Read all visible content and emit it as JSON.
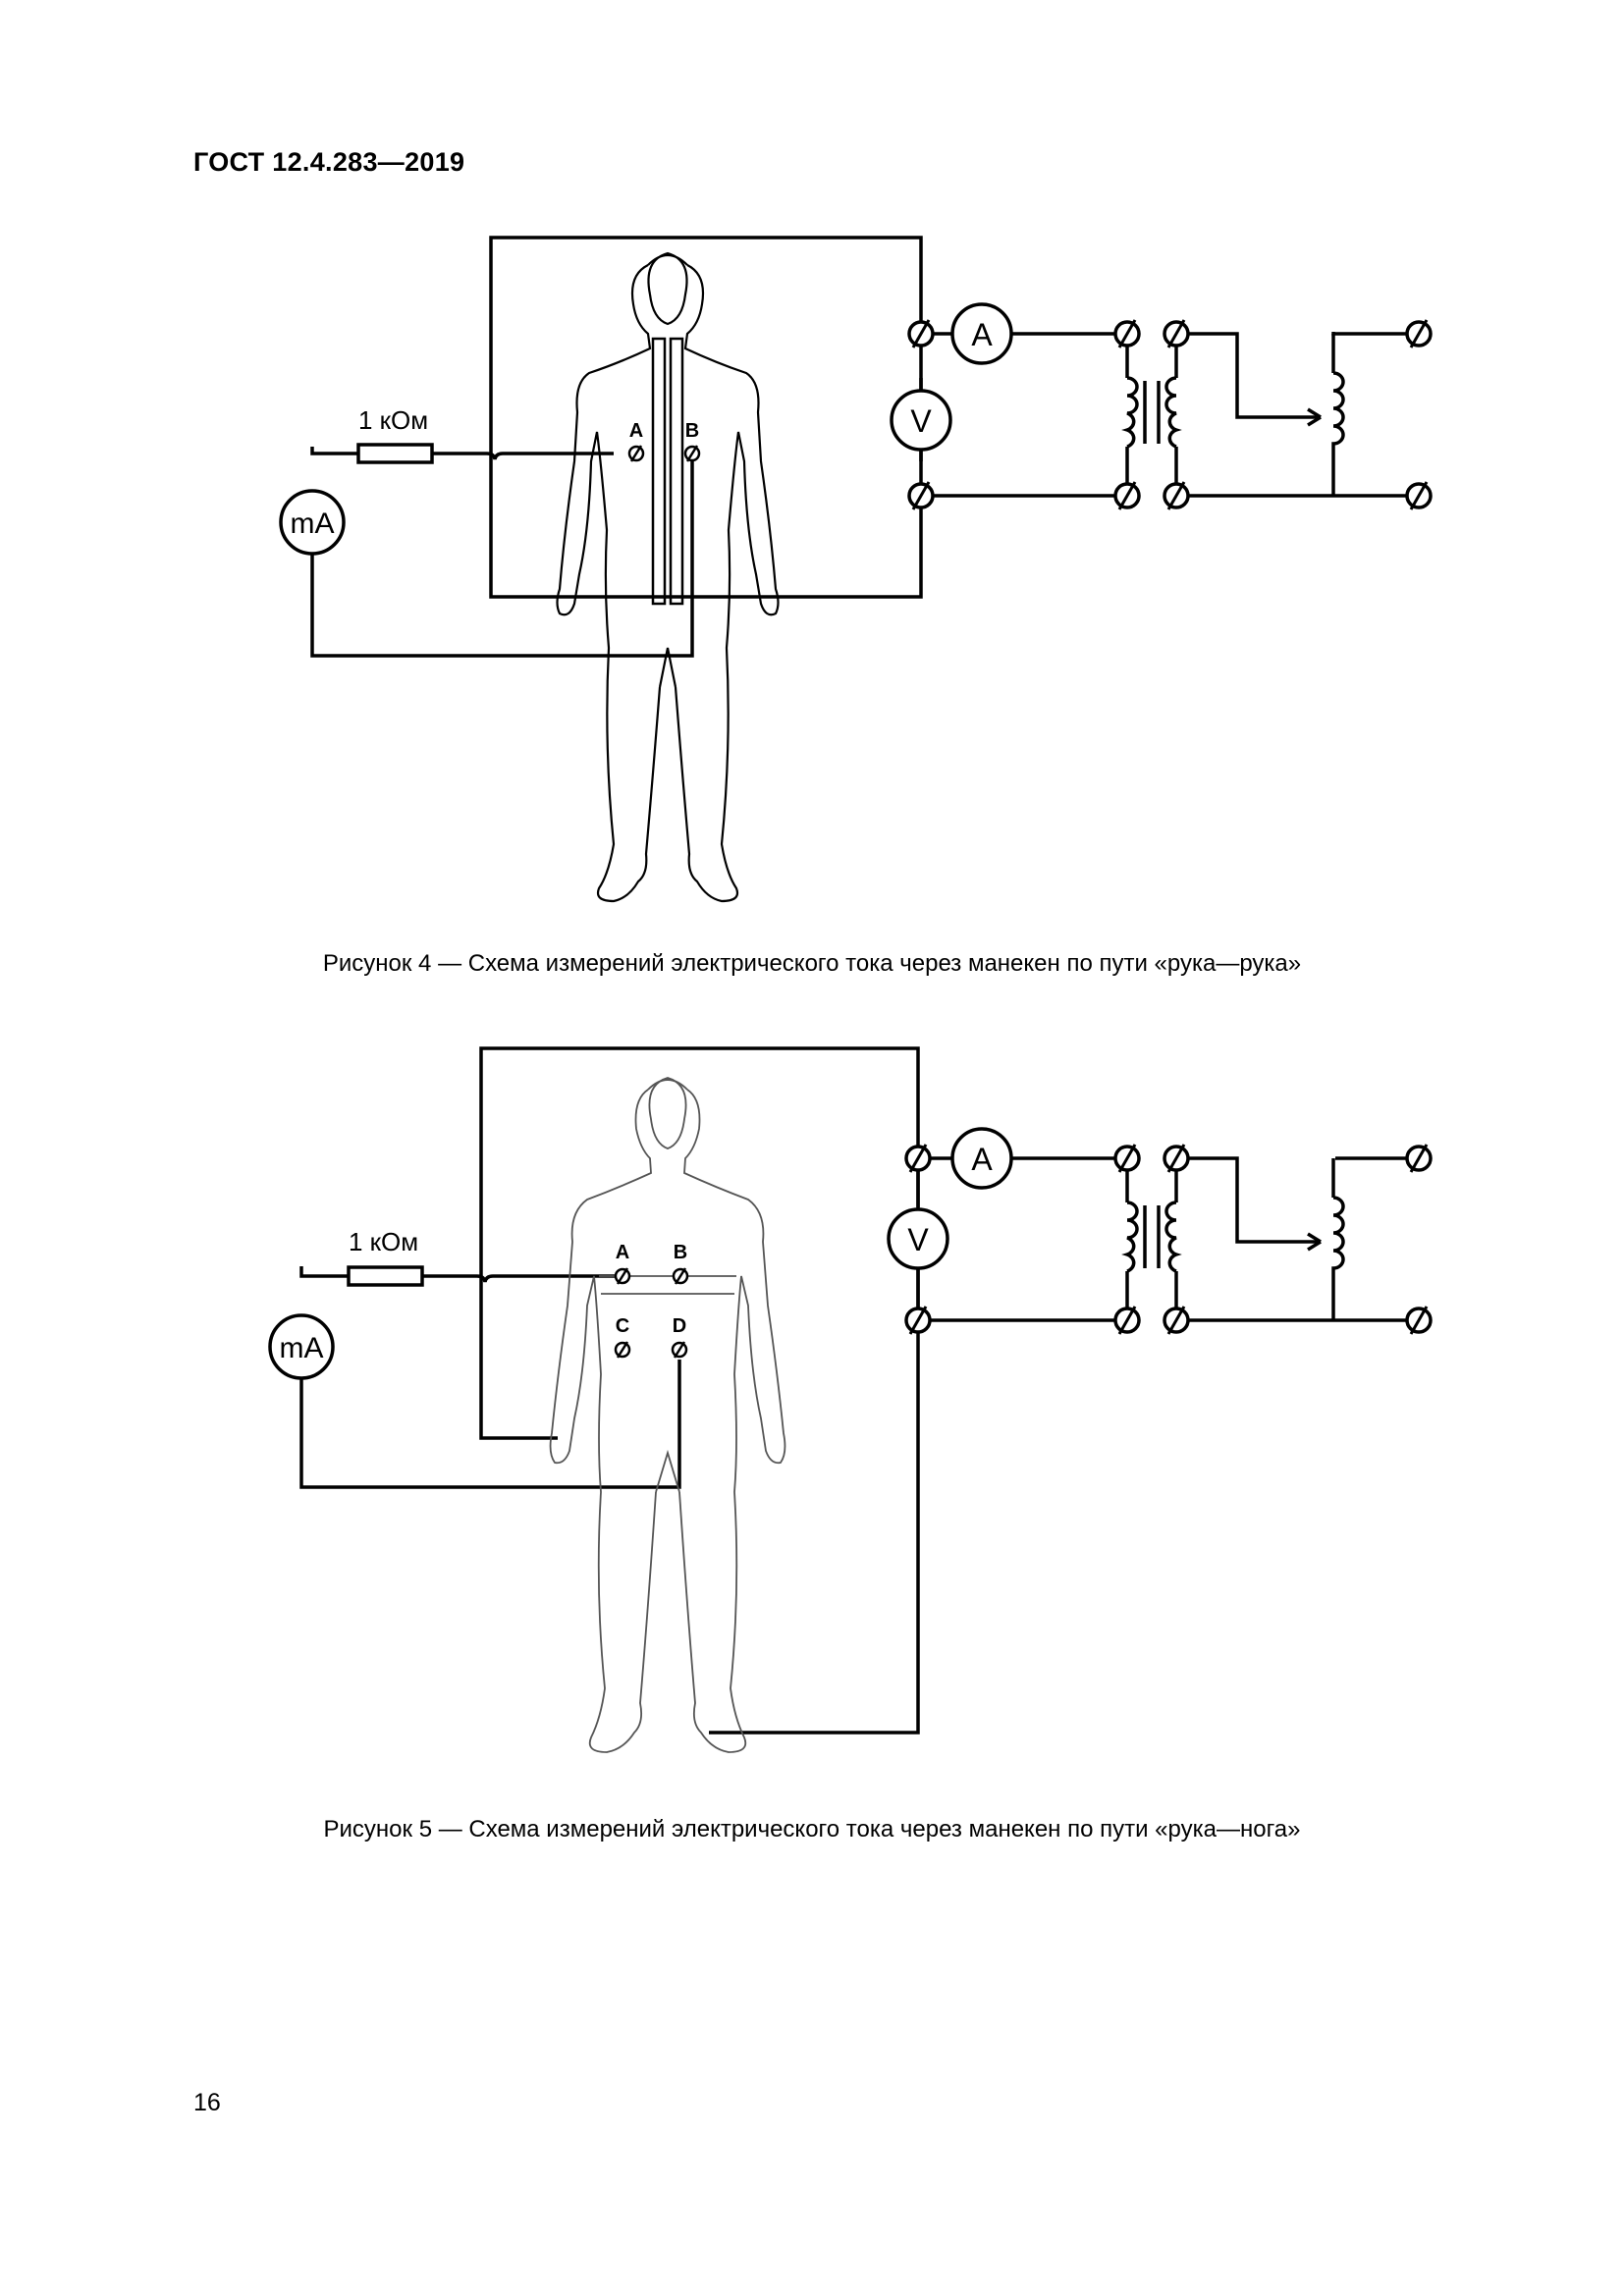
{
  "header": {
    "standard": "ГОСТ 12.4.283—2019"
  },
  "figure4": {
    "caption": "Рисунок 4 — Схема измерений электрического тока через манекен по пути «рука—рука»",
    "resistor_label": "1 кОм",
    "milliammeter": "mA",
    "ammeter": "A",
    "voltmeter": "V",
    "point_a": "A",
    "point_b": "B"
  },
  "figure5": {
    "caption": "Рисунок 5 — Схема измерений электрического тока через манекен по пути «рука—нога»",
    "resistor_label": "1 кОм",
    "milliammeter": "mA",
    "ammeter": "A",
    "voltmeter": "V",
    "point_a": "A",
    "point_b": "B",
    "point_c": "C",
    "point_d": "D"
  },
  "footer": {
    "page_number": "16"
  }
}
